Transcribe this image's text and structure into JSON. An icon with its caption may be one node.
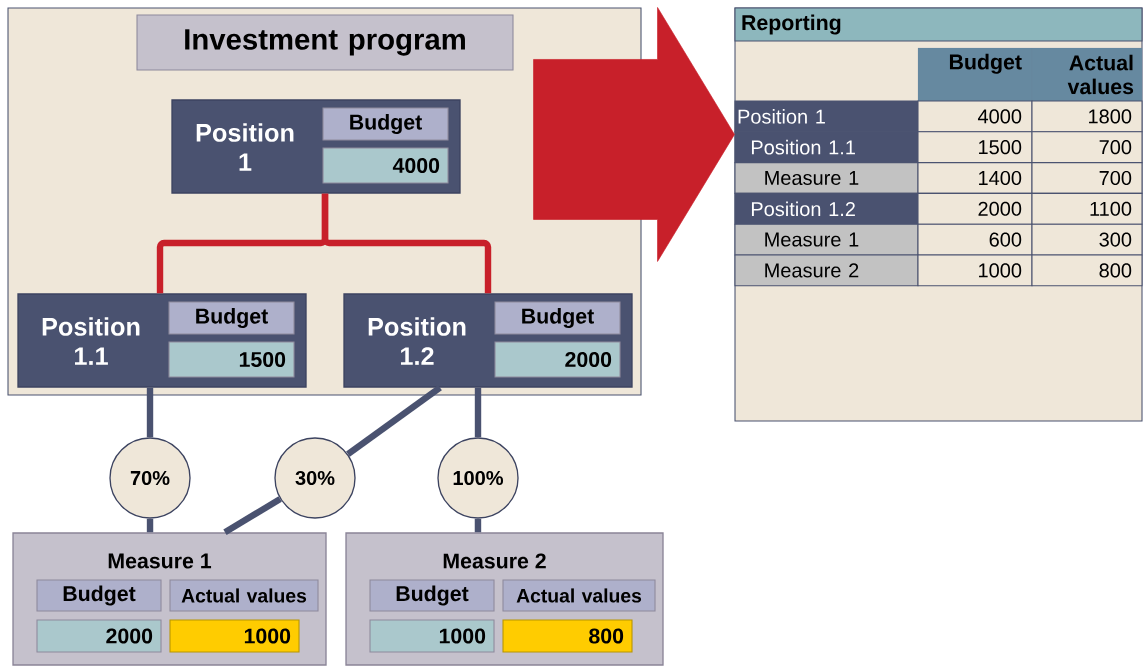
{
  "diagram": {
    "nodes": [
      {
        "text": [
          "Investment program"
        ]
      },
      {
        "text": [
          "Position 1",
          "Budget",
          "4000"
        ],
        "in": 0
      },
      {
        "text": [
          "Position 1.1",
          "Budget",
          "1500"
        ],
        "in": 0
      },
      {
        "text": [
          "Position 1.2",
          "Budget",
          "2000"
        ],
        "in": 0
      },
      {
        "text": [
          "70%"
        ]
      },
      {
        "text": [
          "30%"
        ]
      },
      {
        "text": [
          "100%"
        ]
      },
      {
        "text": [
          "Measure 1",
          "Budget",
          "Actual values",
          "2000",
          "1000"
        ]
      },
      {
        "text": [
          "Measure 2",
          "Budget",
          "Actual values",
          "1000",
          "800"
        ]
      },
      {
        "text": [
          "Reporting"
        ]
      }
    ],
    "edges": [
      {
        "from": 1,
        "to": 2,
        "arrow": "none",
        "color": "#c8202a"
      },
      {
        "from": 1,
        "to": 3,
        "arrow": "none",
        "color": "#c8202a"
      },
      {
        "from": 2,
        "to": 4,
        "arrow": "none"
      },
      {
        "from": 4,
        "to": 7,
        "arrow": "none"
      },
      {
        "from": 3,
        "to": 5,
        "arrow": "none"
      },
      {
        "from": 5,
        "to": 7,
        "arrow": "none"
      },
      {
        "from": 3,
        "to": 6,
        "arrow": "none"
      },
      {
        "from": 6,
        "to": 8,
        "arrow": "none"
      },
      {
        "from": 0,
        "to": 9,
        "arrow": "to",
        "style": "thick",
        "color": "#c8202a"
      }
    ],
    "labels": [
      "Budget",
      "Actual values",
      "Position 1",
      "4000",
      "1800",
      "Position 1.1",
      "1500",
      "700",
      "Measure 1",
      "1400",
      "700",
      "Position 1.2",
      "2000",
      "1100",
      "Measure 1",
      "600",
      "300",
      "Measure 2",
      "1000",
      "800"
    ]
  }
}
